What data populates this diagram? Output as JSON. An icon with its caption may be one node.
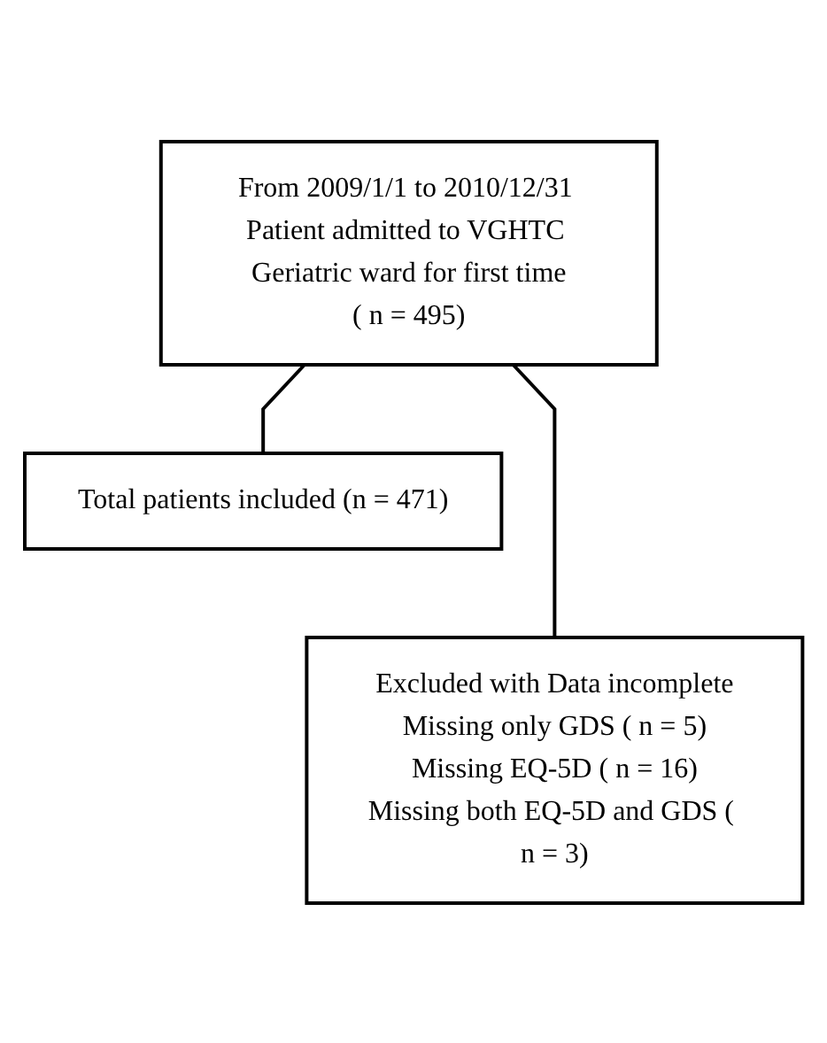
{
  "diagram": {
    "nodes": [
      {
        "text": [
          "From 2009/1/1 to 2010/12/31 Patient admitted to VGHTC Geriatric ward for first time",
          "( n = 495)"
        ]
      },
      {
        "text": [
          "Excluded with Data incomplete",
          "Missing only GDS ( n = 5)",
          "Missing EQ-5D ( n = 16)",
          "Missing both EQ-5D and GDS ( n = 3)"
        ]
      },
      {
        "text": [
          "Total patients included (n = 471)"
        ]
      }
    ],
    "edges": [
      {
        "from": 0,
        "to": 2,
        "arrow": "none"
      },
      {
        "from": 0,
        "to": 1,
        "arrow": "none"
      }
    ]
  }
}
